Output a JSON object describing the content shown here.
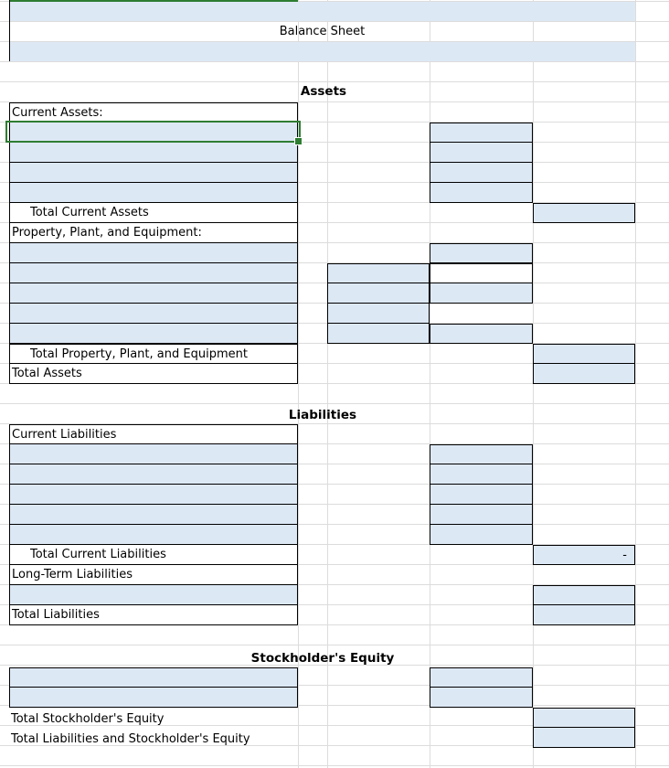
{
  "sheet": {
    "title": "Balance Sheet",
    "sections": {
      "assets": "Assets",
      "liabilities": "Liabilities",
      "equity": "Stockholder's Equity"
    },
    "labels": {
      "current_assets": "Current Assets:",
      "total_current_assets": "Total Current Assets",
      "ppe": "Property, Plant, and Equipment:",
      "total_ppe": "Total Property, Plant, and Equipment",
      "total_assets": "Total Assets",
      "current_liabilities": "Current Liabilities",
      "total_current_liabilities": "Total Current Liabilities",
      "long_term_liabilities": "Long-Term Liabilities",
      "total_liabilities": "Total Liabilities",
      "total_equity": "Total Stockholder's Equity",
      "total_liab_equity": "Total Liabilities and Stockholder's Equity"
    },
    "values": {
      "total_current_liabilities": "-"
    },
    "colors": {
      "input_fill": "#dde8f5",
      "selection": "#2e7d32",
      "gridline": "#dcdcdc"
    }
  }
}
